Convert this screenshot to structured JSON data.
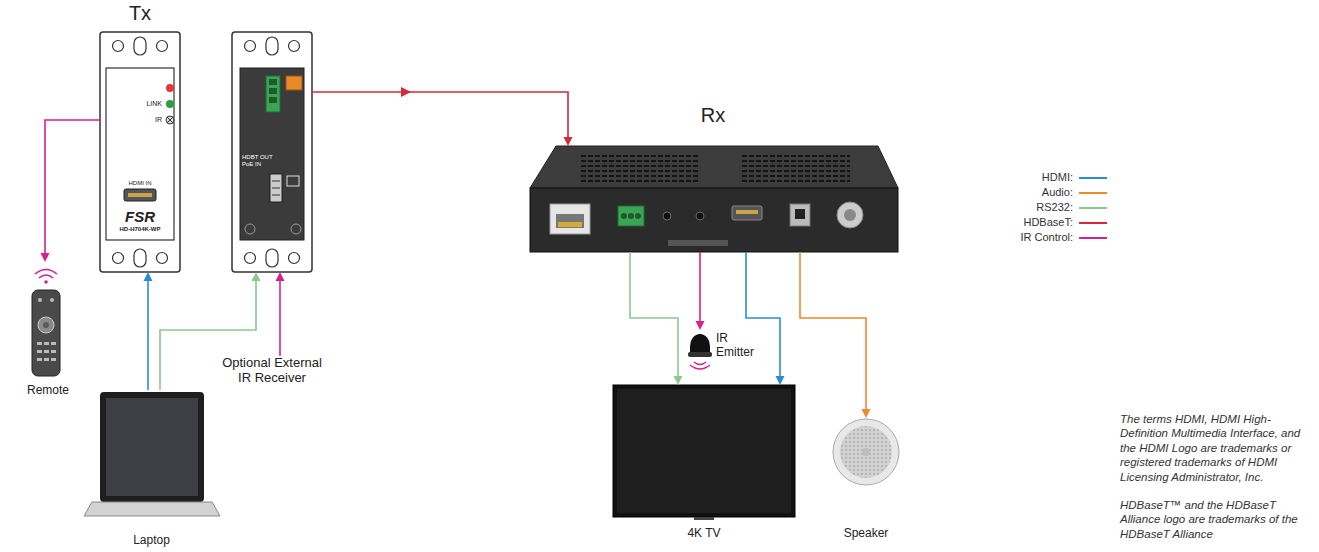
{
  "diagram": {
    "nodes": [
      {
        "text": [
          "Tx",
          "LINK",
          "IR",
          "HDMI IN",
          "FSR",
          "HD-H704K-WP"
        ]
      },
      {
        "text": [
          "HDBT OUT PoE IN"
        ]
      },
      {
        "text": [
          "Rx"
        ]
      },
      {
        "text": [
          "Remote"
        ]
      },
      {
        "text": [
          "Optional External IR Receiver"
        ]
      },
      {
        "text": [
          "Laptop"
        ]
      },
      {
        "text": [
          "IR Emitter"
        ]
      },
      {
        "text": [
          "4K TV"
        ]
      },
      {
        "text": [
          "Speaker"
        ]
      }
    ],
    "edges": [
      {
        "from": 0,
        "to": 3,
        "arrow": "to"
      },
      {
        "from": 5,
        "to": 0,
        "arrow": "to"
      },
      {
        "from": 5,
        "to": 1,
        "arrow": "to"
      },
      {
        "from": 4,
        "to": 1,
        "arrow": "to"
      },
      {
        "from": 1,
        "to": 2,
        "arrow": "to"
      },
      {
        "from": 2,
        "to": 7,
        "arrow": "to"
      },
      {
        "from": 2,
        "to": 6,
        "arrow": "to"
      },
      {
        "from": 2,
        "to": 7,
        "arrow": "to"
      },
      {
        "from": 2,
        "to": 8,
        "arrow": "to"
      }
    ],
    "labels": [
      "The terms HDMI, HDMI High-Definition Multimedia Interface, and the HDMI Logo are trademarks or registered trademarks of HDMI Licensing Administrator, Inc.",
      "HDBaseT™ and the HDBaseT Alliance logo are trademarks of the HDBaseT Alliance"
    ],
    "legend": [
      {
        "text": "HDMI:",
        "color": "#2a8dd4"
      },
      {
        "text": "Audio:",
        "color": "#f0892b"
      },
      {
        "text": "RS232:",
        "color": "#8cc98f"
      },
      {
        "text": "HDBaseT:",
        "color": "#d42a3c"
      },
      {
        "text": "IR Control:",
        "color": "#d6218e"
      }
    ]
  }
}
